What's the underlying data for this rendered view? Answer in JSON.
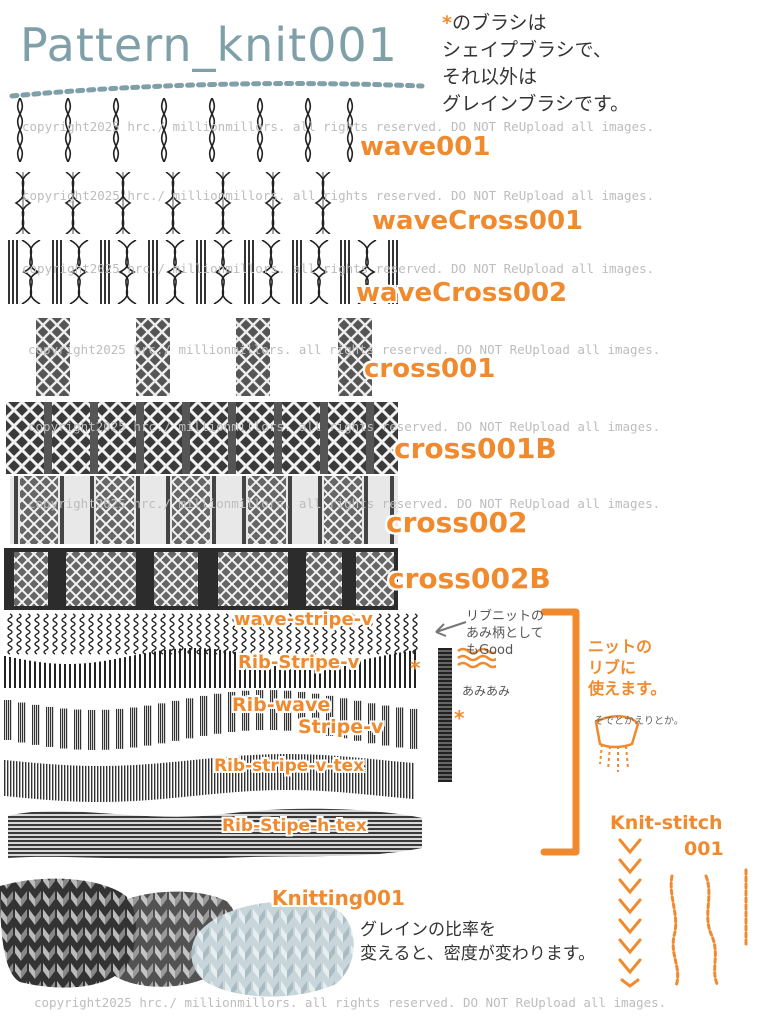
{
  "title": "Pattern_knit001",
  "note": {
    "star": "*",
    "text": "のブラシは\nシェイプブラシで、\nそれ以外は\nグレインブラシです。"
  },
  "copyright": "copyright2025  hrc./ millionmillors. all rights reserved.  DO NOT ReUpload all images.",
  "labels": {
    "wave001": "wave001",
    "wavecross001": "waveCross001",
    "wavecross002": "waveCross002",
    "cross001": "cross001",
    "cross001b": "cross001B",
    "cross002": "cross002",
    "cross002b": "cross002B",
    "wave_stripe_v": "wave-stripe-v",
    "rib_stripe_v": "Rib-Stripe-v",
    "rib_wave_stripe_v_1": "Rib-wave",
    "rib_wave_stripe_v_2": "Stripe-v",
    "rib_stripe_v_tex": "Rib-stripe-v-tex",
    "rib_stipe_h_tex": "Rib-Stipe-h-tex",
    "knitting001": "Knitting001",
    "knit_stitch_1": "Knit-stitch",
    "knit_stitch_2": "001"
  },
  "annotations": {
    "rib_note": "リブニットの\nあみ柄として\nもGood",
    "amiami": "あみあみ",
    "knit_rib": "ニットの\nリブに\n使えます。",
    "sleeve": "そでとかえりとか。",
    "grain_note": "グレインの比率を\n変えると、密度が変わります。",
    "star2": "*",
    "star3": "*"
  }
}
